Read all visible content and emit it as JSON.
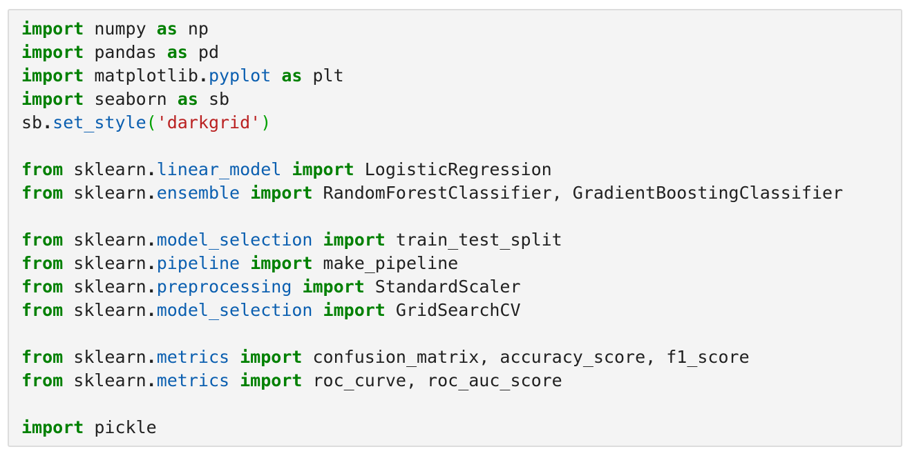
{
  "colors": {
    "keyword": "#008000",
    "property": "#0b5fb0",
    "string": "#ba2121",
    "bracket": "#00a000",
    "operator": "#212121",
    "text": "#212121",
    "cell_background": "#f4f4f4",
    "cell_border": "#dcdcdc",
    "page_background": "#ffffff"
  },
  "code": {
    "language": "python",
    "lines": [
      {
        "tokens": [
          [
            "kw",
            "import"
          ],
          [
            "nm",
            " numpy "
          ],
          [
            "kw",
            "as"
          ],
          [
            "nm",
            " np"
          ]
        ]
      },
      {
        "tokens": [
          [
            "kw",
            "import"
          ],
          [
            "nm",
            " pandas "
          ],
          [
            "kw",
            "as"
          ],
          [
            "nm",
            " pd"
          ]
        ]
      },
      {
        "tokens": [
          [
            "kw",
            "import"
          ],
          [
            "nm",
            " matplotlib"
          ],
          [
            "op",
            "."
          ],
          [
            "prop",
            "pyplot"
          ],
          [
            "nm",
            " "
          ],
          [
            "kw",
            "as"
          ],
          [
            "nm",
            " plt"
          ]
        ]
      },
      {
        "tokens": [
          [
            "kw",
            "import"
          ],
          [
            "nm",
            " seaborn "
          ],
          [
            "kw",
            "as"
          ],
          [
            "nm",
            " sb"
          ]
        ]
      },
      {
        "tokens": [
          [
            "nm",
            "sb"
          ],
          [
            "op",
            "."
          ],
          [
            "prop",
            "set_style"
          ],
          [
            "brk",
            "("
          ],
          [
            "str",
            "'darkgrid'"
          ],
          [
            "brk",
            ")"
          ]
        ]
      },
      {
        "tokens": []
      },
      {
        "tokens": [
          [
            "kw",
            "from"
          ],
          [
            "nm",
            " sklearn"
          ],
          [
            "op",
            "."
          ],
          [
            "prop",
            "linear_model"
          ],
          [
            "nm",
            " "
          ],
          [
            "kw",
            "import"
          ],
          [
            "nm",
            " LogisticRegression"
          ]
        ]
      },
      {
        "tokens": [
          [
            "kw",
            "from"
          ],
          [
            "nm",
            " sklearn"
          ],
          [
            "op",
            "."
          ],
          [
            "prop",
            "ensemble"
          ],
          [
            "nm",
            " "
          ],
          [
            "kw",
            "import"
          ],
          [
            "nm",
            " RandomForestClassifier, GradientBoostingClassifier"
          ]
        ]
      },
      {
        "tokens": []
      },
      {
        "tokens": [
          [
            "kw",
            "from"
          ],
          [
            "nm",
            " sklearn"
          ],
          [
            "op",
            "."
          ],
          [
            "prop",
            "model_selection"
          ],
          [
            "nm",
            " "
          ],
          [
            "kw",
            "import"
          ],
          [
            "nm",
            " train_test_split"
          ]
        ]
      },
      {
        "tokens": [
          [
            "kw",
            "from"
          ],
          [
            "nm",
            " sklearn"
          ],
          [
            "op",
            "."
          ],
          [
            "prop",
            "pipeline"
          ],
          [
            "nm",
            " "
          ],
          [
            "kw",
            "import"
          ],
          [
            "nm",
            " make_pipeline"
          ]
        ]
      },
      {
        "tokens": [
          [
            "kw",
            "from"
          ],
          [
            "nm",
            " sklearn"
          ],
          [
            "op",
            "."
          ],
          [
            "prop",
            "preprocessing"
          ],
          [
            "nm",
            " "
          ],
          [
            "kw",
            "import"
          ],
          [
            "nm",
            " StandardScaler"
          ]
        ]
      },
      {
        "tokens": [
          [
            "kw",
            "from"
          ],
          [
            "nm",
            " sklearn"
          ],
          [
            "op",
            "."
          ],
          [
            "prop",
            "model_selection"
          ],
          [
            "nm",
            " "
          ],
          [
            "kw",
            "import"
          ],
          [
            "nm",
            " GridSearchCV"
          ]
        ]
      },
      {
        "tokens": []
      },
      {
        "tokens": [
          [
            "kw",
            "from"
          ],
          [
            "nm",
            " sklearn"
          ],
          [
            "op",
            "."
          ],
          [
            "prop",
            "metrics"
          ],
          [
            "nm",
            " "
          ],
          [
            "kw",
            "import"
          ],
          [
            "nm",
            " confusion_matrix, accuracy_score, f1_score"
          ]
        ]
      },
      {
        "tokens": [
          [
            "kw",
            "from"
          ],
          [
            "nm",
            " sklearn"
          ],
          [
            "op",
            "."
          ],
          [
            "prop",
            "metrics"
          ],
          [
            "nm",
            " "
          ],
          [
            "kw",
            "import"
          ],
          [
            "nm",
            " roc_curve, roc_auc_score"
          ]
        ]
      },
      {
        "tokens": []
      },
      {
        "tokens": [
          [
            "kw",
            "import"
          ],
          [
            "nm",
            " pickle"
          ]
        ]
      }
    ]
  }
}
